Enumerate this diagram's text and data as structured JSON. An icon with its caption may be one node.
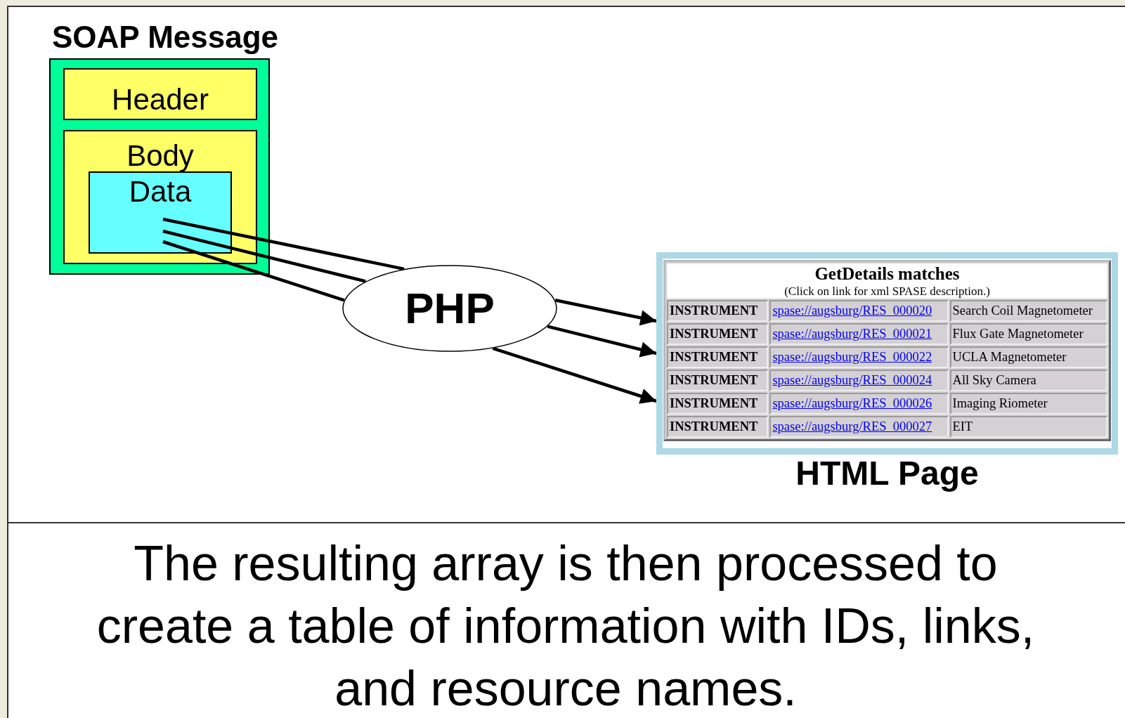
{
  "diagram": {
    "caption": "The resulting array is then processed to create a table of information with IDs, links, and resource names.",
    "nodes": [
      {
        "text": [
          "SOAP Message"
        ]
      },
      {
        "text": [
          "Header"
        ],
        "in": 0
      },
      {
        "text": [
          "Body"
        ],
        "in": 0
      },
      {
        "text": [
          "Data"
        ],
        "in": 2
      },
      {
        "text": [
          "PHP"
        ]
      },
      {
        "text": [
          "HTML Page"
        ]
      }
    ],
    "edges": [
      {
        "from": 3,
        "to": 4,
        "arrow": "none"
      },
      {
        "from": 3,
        "to": 4,
        "arrow": "none"
      },
      {
        "from": 3,
        "to": 4,
        "arrow": "none"
      },
      {
        "from": 4,
        "to": 5,
        "arrow": "to"
      },
      {
        "from": 4,
        "to": 5,
        "arrow": "to"
      },
      {
        "from": 4,
        "to": 5,
        "arrow": "to"
      }
    ],
    "labels": [
      "GetDetails matches",
      "(Click on link for xml SPASE description.)",
      "INSTRUMENT",
      "spase://augsburg/RES_000020",
      "Search Coil Magnetometer",
      "INSTRUMENT",
      "spase://augsburg/RES_000021",
      "Flux Gate Magnetometer",
      "INSTRUMENT",
      "spase://augsburg/RES_000022",
      "UCLA Magnetometer",
      "INSTRUMENT",
      "spase://augsburg/RES_000024",
      "All Sky Camera",
      "INSTRUMENT",
      "spase://augsburg/RES_000026",
      "Imaging Riometer",
      "INSTRUMENT",
      "spase://augsburg/RES_000027",
      "EIT"
    ]
  }
}
